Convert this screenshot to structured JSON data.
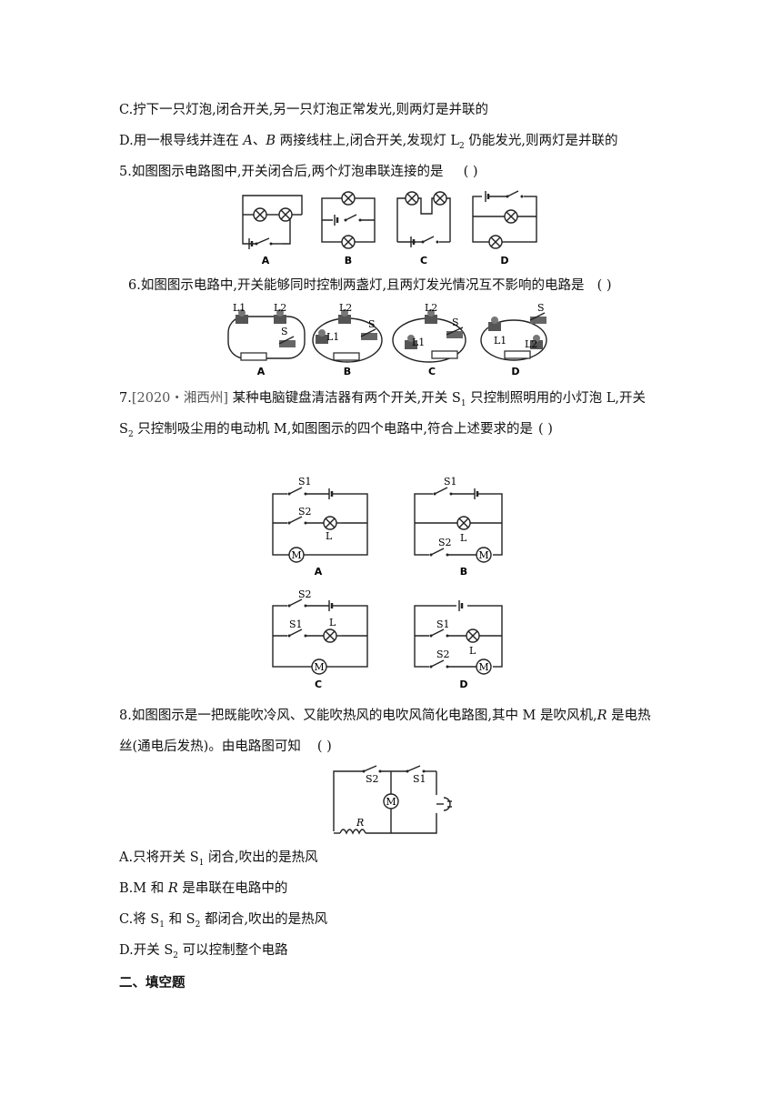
{
  "q4": {
    "opt_c": "C.拧下一只灯泡,闭合开关,另一只灯泡正常发光,则两灯是并联的",
    "opt_d_pre": "D.用一根导线并连在 ",
    "opt_d_a": "A",
    "opt_d_sep": "、",
    "opt_d_b": "B",
    "opt_d_mid": " 两接线柱上,闭合开关,发现灯 L",
    "opt_d_sub": "2",
    "opt_d_post": " 仍能发光,则两灯是并联的"
  },
  "q5": {
    "stem": "5.如图图示电路图中,开关闭合后,两个灯泡串联连接的是",
    "blank": "(     )",
    "captions": [
      "A",
      "B",
      "C",
      "D"
    ]
  },
  "q6": {
    "stem": "6.如图图示电路中,开关能够同时控制两盏灯,且两灯发光情况互不影响的电路是",
    "blank": "(     )",
    "captions": [
      "A",
      "B",
      "C",
      "D"
    ],
    "labels": {
      "l1": "L1",
      "l2": "L2",
      "s": "S"
    }
  },
  "q7": {
    "stem_pre": "7.",
    "source": "[2020・湘西州]",
    "stem_a": " 某种电脑键盘清洁器有两个开关,开关 S",
    "sub1": "1",
    "stem_b": " 只控制照明用的小灯泡 L,开关",
    "stem2_a": "S",
    "sub2": "2",
    "stem2_b": " 只控制吸尘用的电动机 M,如图图示的四个电路中,符合上述要求的是",
    "blank": "(     )",
    "captions": [
      "A",
      "B",
      "C",
      "D"
    ],
    "labels": {
      "s1": "S1",
      "s2": "S2",
      "l": "L",
      "m": "M"
    }
  },
  "q8": {
    "stem1_a": "8.如图图示是一把既能吹冷风、又能吹热风的电吹风简化电路图,其中 M 是吹风机,",
    "stem1_r": "R",
    "stem1_b": " 是电热",
    "stem2": "丝(通电后发热)。由电路图可知",
    "blank": "(     )",
    "labels": {
      "s1": "S1",
      "s2": "S2",
      "m": "M",
      "r": "R"
    },
    "opt_a_pre": "A.只将开关 S",
    "opt_a_sub": "1",
    "opt_a_post": " 闭合,吹出的是热风",
    "opt_b_pre": "B.M 和 ",
    "opt_b_r": "R",
    "opt_b_post": " 是串联在电路中的",
    "opt_c_pre": "C.将 S",
    "opt_c_sub1": "1",
    "opt_c_mid": " 和 S",
    "opt_c_sub2": "2",
    "opt_c_post": " 都闭合,吹出的是热风",
    "opt_d_pre": "D.开关 S",
    "opt_d_sub": "2",
    "opt_d_post": " 可以控制整个电路"
  },
  "section2": {
    "title": "二、填空题"
  }
}
